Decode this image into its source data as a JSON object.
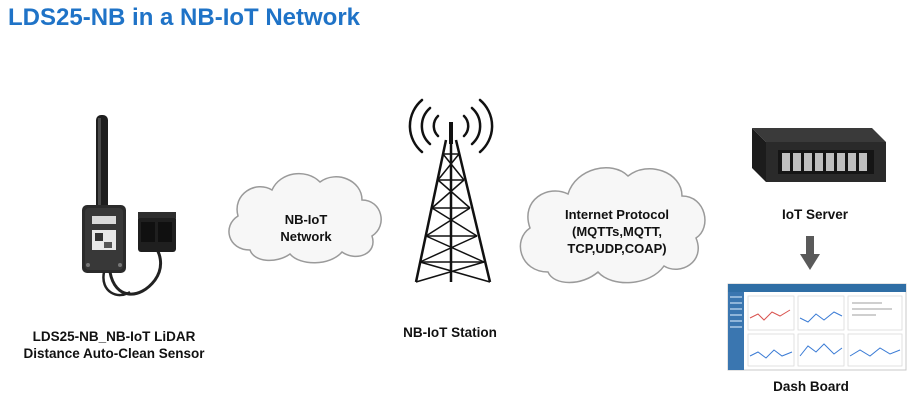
{
  "title": "LDS25-NB in a NB-IoT Network",
  "sensor": {
    "label_line1": "LDS25-NB_NB-IoT LiDAR",
    "label_line2": "Distance Auto-Clean Sensor"
  },
  "cloud_left": {
    "line1": "NB-IoT",
    "line2": "Network"
  },
  "station": {
    "label": "NB-IoT Station"
  },
  "cloud_right": {
    "line1": "Internet Protocol",
    "line2": "(MQTTs,MQTT,",
    "line3": "TCP,UDP,COAP)"
  },
  "server": {
    "label": "IoT Server"
  },
  "dashboard": {
    "label": "Dash Board"
  },
  "colors": {
    "title": "#1f73c7",
    "cloud_fill": "#f7f7f7",
    "cloud_stroke": "#9a9a9a",
    "arrow": "#5a5a5a"
  }
}
